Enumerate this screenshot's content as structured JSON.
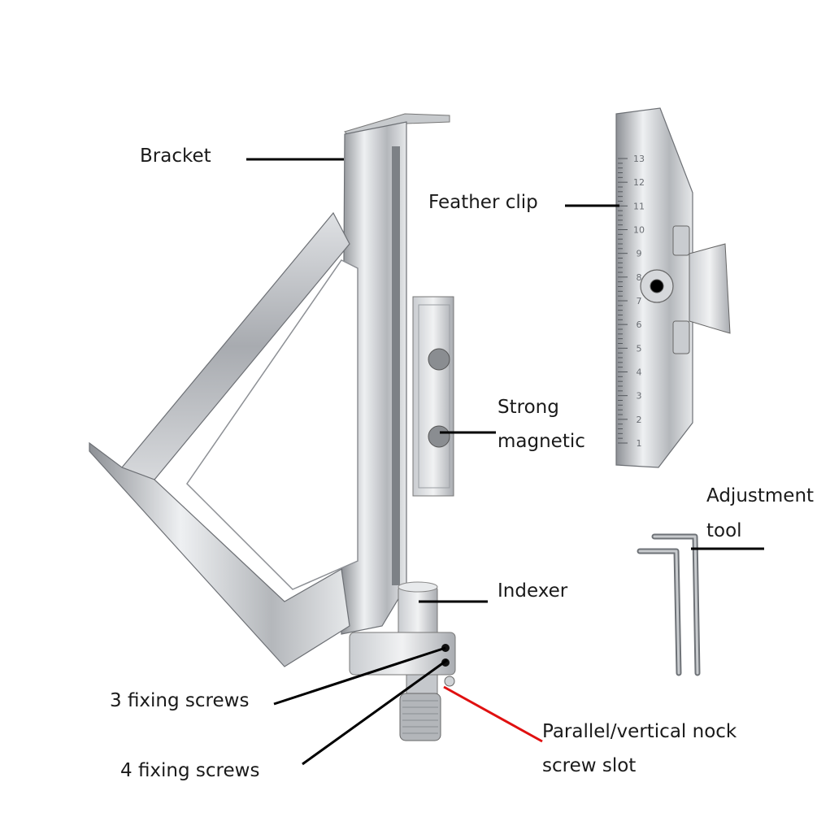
{
  "labels": {
    "bracket": "Bracket",
    "feather_clip": "Feather clip",
    "strong_magnetic_1": "Strong",
    "strong_magnetic_2": "magnetic",
    "adjustment_tool_1": "Adjustment",
    "adjustment_tool_2": "tool",
    "indexer": "Indexer",
    "three_fixing_screws": "3 fixing screws",
    "four_fixing_screws": "4 fixing screws",
    "nock_slot_1": "Parallel/vertical nock",
    "nock_slot_2": "screw slot"
  },
  "ruler_numbers": [
    "13",
    "12",
    "11",
    "10",
    "9",
    "8",
    "7",
    "6",
    "5",
    "4",
    "3",
    "2",
    "1"
  ],
  "colors": {
    "metal_light": "#e2e4e6",
    "metal_mid": "#b9bcc0",
    "metal_dark": "#6f7378",
    "leader_black": "#000000",
    "leader_red": "#e01010"
  }
}
